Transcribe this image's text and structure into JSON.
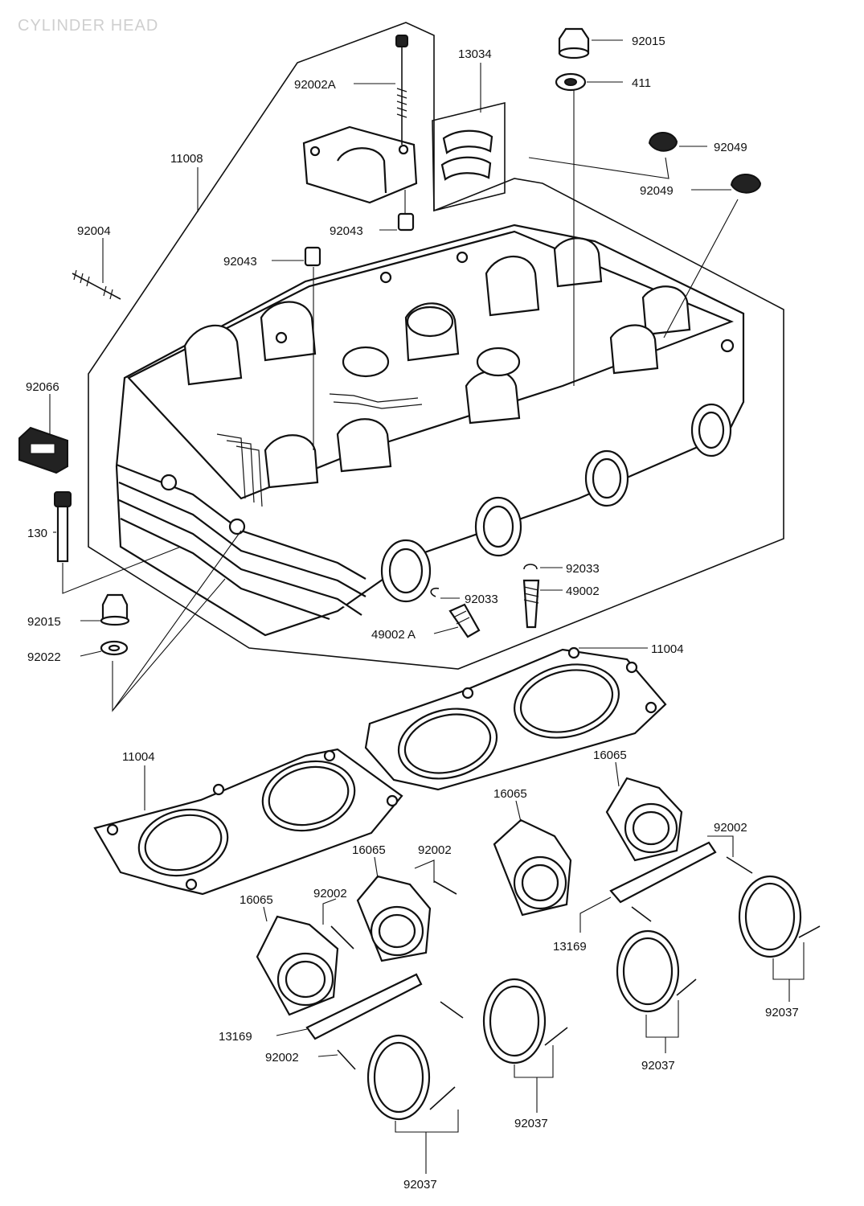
{
  "title": "CYLINDER HEAD",
  "parts": {
    "p13034": "13034",
    "p92015_top": "92015",
    "p411": "411",
    "p92049_a": "92049",
    "p92049_b": "92049",
    "p92002A": "92002A",
    "p11008": "11008",
    "p92043_a": "92043",
    "p92043_b": "92043",
    "p92004": "92004",
    "p92066": "92066",
    "p130": "130",
    "p92015_left": "92015",
    "p92022": "92022",
    "p92033_a": "92033",
    "p49002": "49002",
    "p92033_b": "92033",
    "p49002A": "49002 A",
    "p11004_right": "11004",
    "p11004_left": "11004",
    "p16065_a": "16065",
    "p16065_b": "16065",
    "p16065_c": "16065",
    "p16065_d": "16065",
    "p92002_a": "92002",
    "p92002_b": "92002",
    "p92002_c": "92002",
    "p92002_d": "92002",
    "p13169_a": "13169",
    "p13169_b": "13169",
    "p92037_a": "92037",
    "p92037_b": "92037",
    "p92037_c": "92037",
    "p92037_d": "92037"
  }
}
